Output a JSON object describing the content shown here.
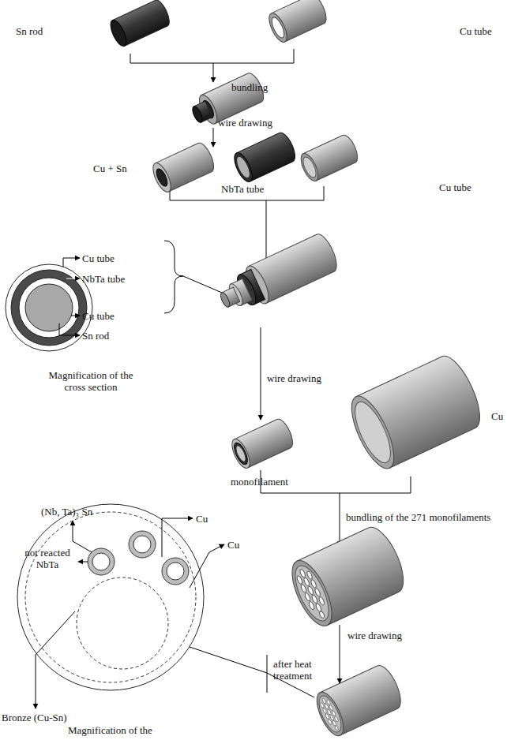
{
  "diagram": {
    "labels": [
      "Sn rod",
      "Cu tube",
      "bundling",
      "wire drawing",
      "Cu + Sn",
      "NbTa tube",
      "Cu tube",
      "Cu tube",
      "NbTa tube",
      "Cu tube",
      "Sn rod",
      "Magnification of the cross section",
      "wire drawing",
      "monofilament",
      "Cu",
      "bundling of the 271 monofilaments",
      "(Nb, Ta)₃ Sn",
      "Cu",
      "Cu",
      "not reacted NbTa",
      "wire drawing",
      "Bronze (Cu-Sn)",
      "after heat treatment",
      "Magnification of the"
    ]
  }
}
